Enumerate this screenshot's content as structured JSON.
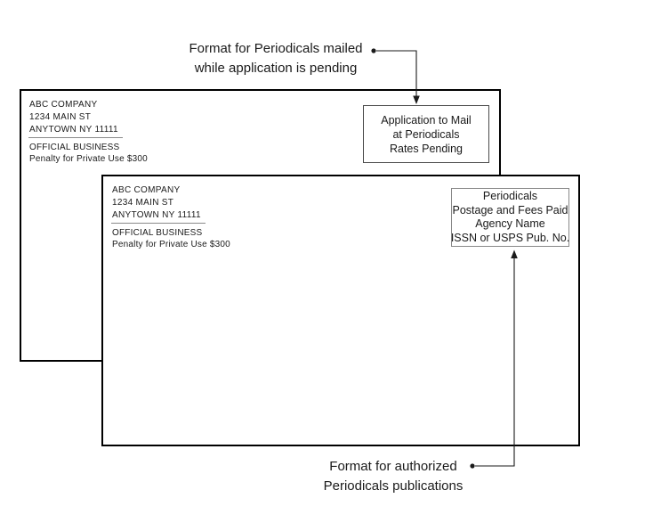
{
  "figure": {
    "callouts": {
      "pending": {
        "line1": "Format for Periodicals mailed",
        "line2": "while application is pending"
      },
      "authorized": {
        "line1": "Format for authorized",
        "line2": "Periodicals publications"
      }
    },
    "envelopes": {
      "pending": {
        "address": [
          "ABC COMPANY",
          "1234 MAIN ST",
          "ANYTOWN NY 11111"
        ],
        "official": [
          "OFFICIAL BUSINESS",
          "Penalty for Private Use $300"
        ],
        "permit": [
          "Application to Mail",
          "at Periodicals",
          "Rates Pending"
        ]
      },
      "authorized": {
        "address": [
          "ABC COMPANY",
          "1234 MAIN ST",
          "ANYTOWN NY 11111"
        ],
        "official": [
          "OFFICIAL BUSINESS",
          "Penalty for Private Use $300"
        ],
        "permit": [
          "Periodicals",
          "Postage and Fees Paid",
          "Agency Name",
          "ISSN or USPS Pub. No."
        ]
      }
    },
    "colors": {
      "ink": "#1a1a1a",
      "border": "#000000",
      "permit_border": "#4a4a4a",
      "permit_border_light": "#888888",
      "divider": "#8a8a8a",
      "background": "#ffffff"
    }
  }
}
